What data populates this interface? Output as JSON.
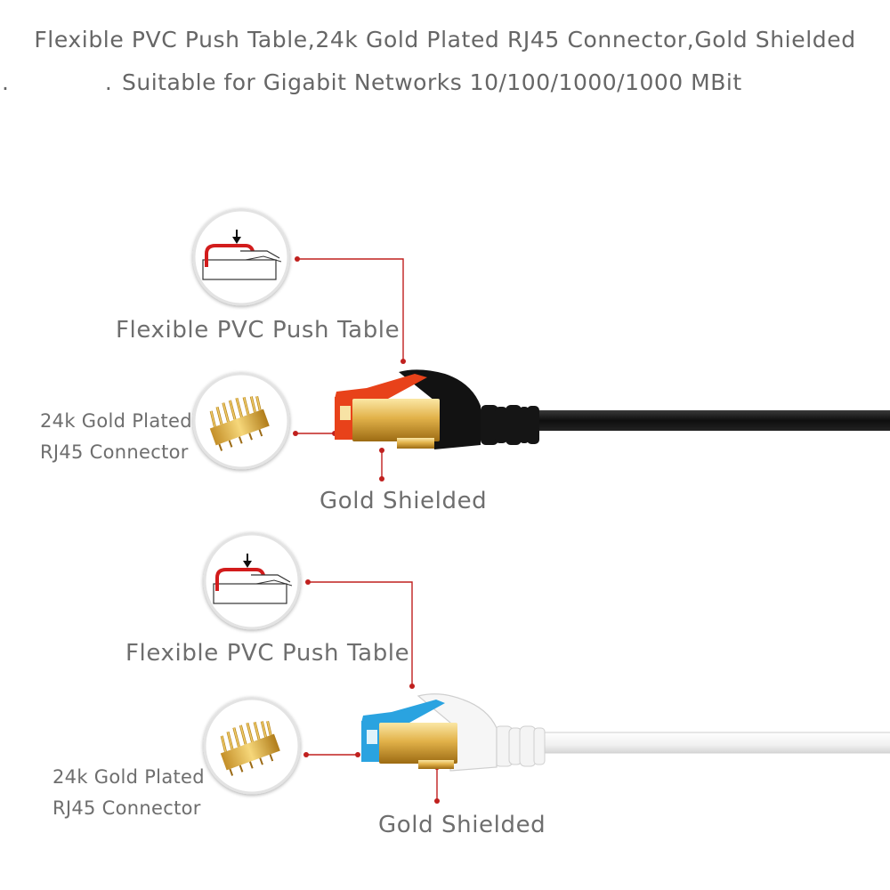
{
  "header": {
    "line1": "Flexible PVC Push Table,24k Gold Plated RJ45 Connector,Gold Shielded",
    "line1_dots": ". .",
    "line2": "Suitable for Gigabit Networks 10/100/1000/1000 MBit"
  },
  "sections": [
    {
      "cable_color": "black",
      "tab_color": "#e8421a",
      "push_table_label": "Flexible PVC Push Table",
      "connector_label_line1": "24k Gold Plated",
      "connector_label_line2": "RJ45 Connector",
      "shield_label": "Gold Shielded"
    },
    {
      "cable_color": "white",
      "tab_color": "#2aa3e0",
      "push_table_label": "Flexible PVC Push Table",
      "connector_label_line1": "24k Gold Plated",
      "connector_label_line2": "RJ45 Connector",
      "shield_label": "Gold Shielded"
    }
  ],
  "colors": {
    "callout_red": "#c0201e",
    "gold": "#d9a83a",
    "circle_border": "#e3e3e3"
  }
}
